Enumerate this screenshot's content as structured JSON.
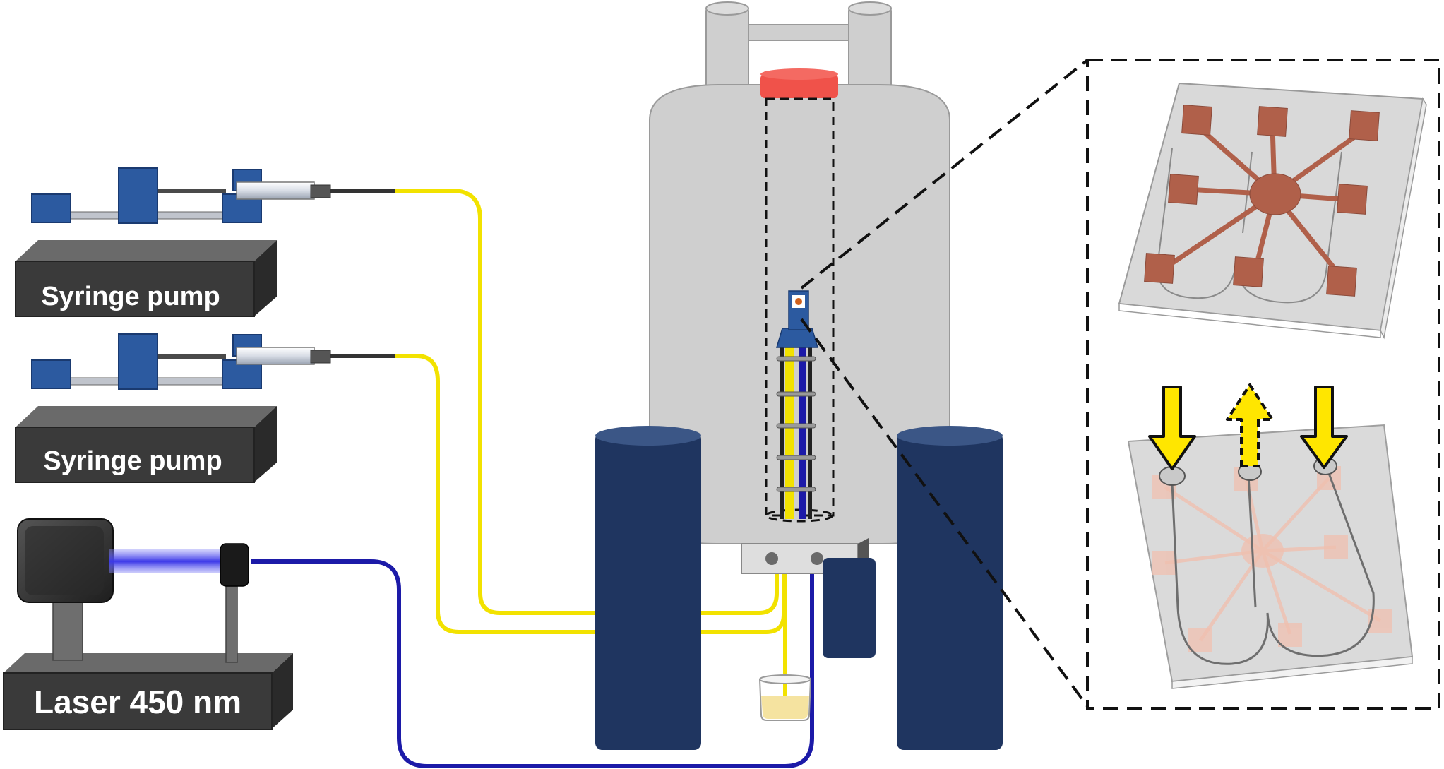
{
  "labels": {
    "pump_top": "Syringe pump",
    "pump_bottom": "Syringe pump",
    "laser": "Laser 450 nm"
  },
  "colors": {
    "tube_yellow": "#f2e200",
    "fiber_blue": "#1c1aa8",
    "magnet_body": "#cfcfcf",
    "magnet_stroke": "#9a9a9a",
    "dewar_leg": "#1f3560",
    "cap_red": "#f0524a",
    "pump_body": "#3a3a3a",
    "pump_block": "#2c5aa0",
    "electrode_copper": "#b0604a",
    "chip_glass": "#d9d9d9",
    "arrow_yellow": "#ffe600",
    "beam_blue": "#3b37e8"
  },
  "icons": {
    "inlet_arrows": "arrow-down-icon",
    "outlet_arrow": "arrow-up-dashed-icon"
  }
}
